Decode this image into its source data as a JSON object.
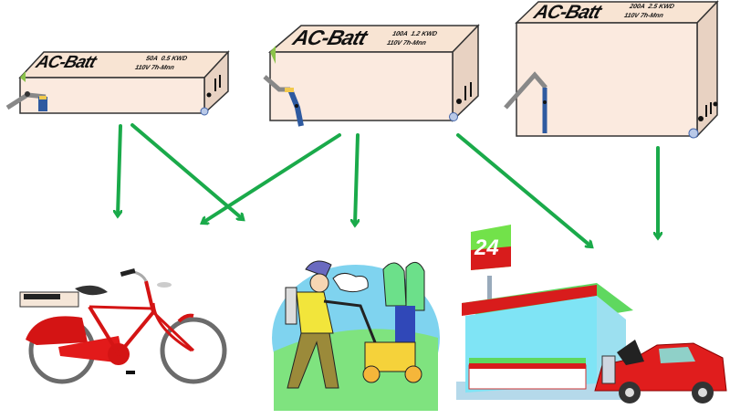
{
  "diagram": {
    "description": "AC-Batt battery units of three sizes supplying power to different applications",
    "arrow_color": "#1aaa4a",
    "box_color": "#fbe9dc",
    "batteries": [
      {
        "id": "small",
        "brand": "AC-Batt",
        "spec_line1": "50A  0.5 KWD",
        "spec_line2": "110V 7h-Mnn"
      },
      {
        "id": "medium",
        "brand": "AC-Batt",
        "spec_line1": "100A  1.2 KWD",
        "spec_line2": "110V 7h-Mnn"
      },
      {
        "id": "large",
        "brand": "AC-Batt",
        "spec_line1": "200A  2.5 KWD",
        "spec_line2": "110V 7h-Mnn"
      }
    ],
    "applications": [
      {
        "id": "bicycle",
        "label": "Electric bicycle with battery on rear rack"
      },
      {
        "id": "lawn-mower",
        "label": "Man pushing electric lawn mower"
      },
      {
        "id": "convenience-store",
        "label": "24-hour convenience store with car",
        "sign_text": "24"
      }
    ],
    "connections": [
      {
        "from": "small",
        "to": "bicycle"
      },
      {
        "from": "small",
        "to": "lawn-mower"
      },
      {
        "from": "medium",
        "to": "bicycle"
      },
      {
        "from": "medium",
        "to": "lawn-mower"
      },
      {
        "from": "medium",
        "to": "convenience-store"
      },
      {
        "from": "large",
        "to": "convenience-store"
      }
    ]
  }
}
